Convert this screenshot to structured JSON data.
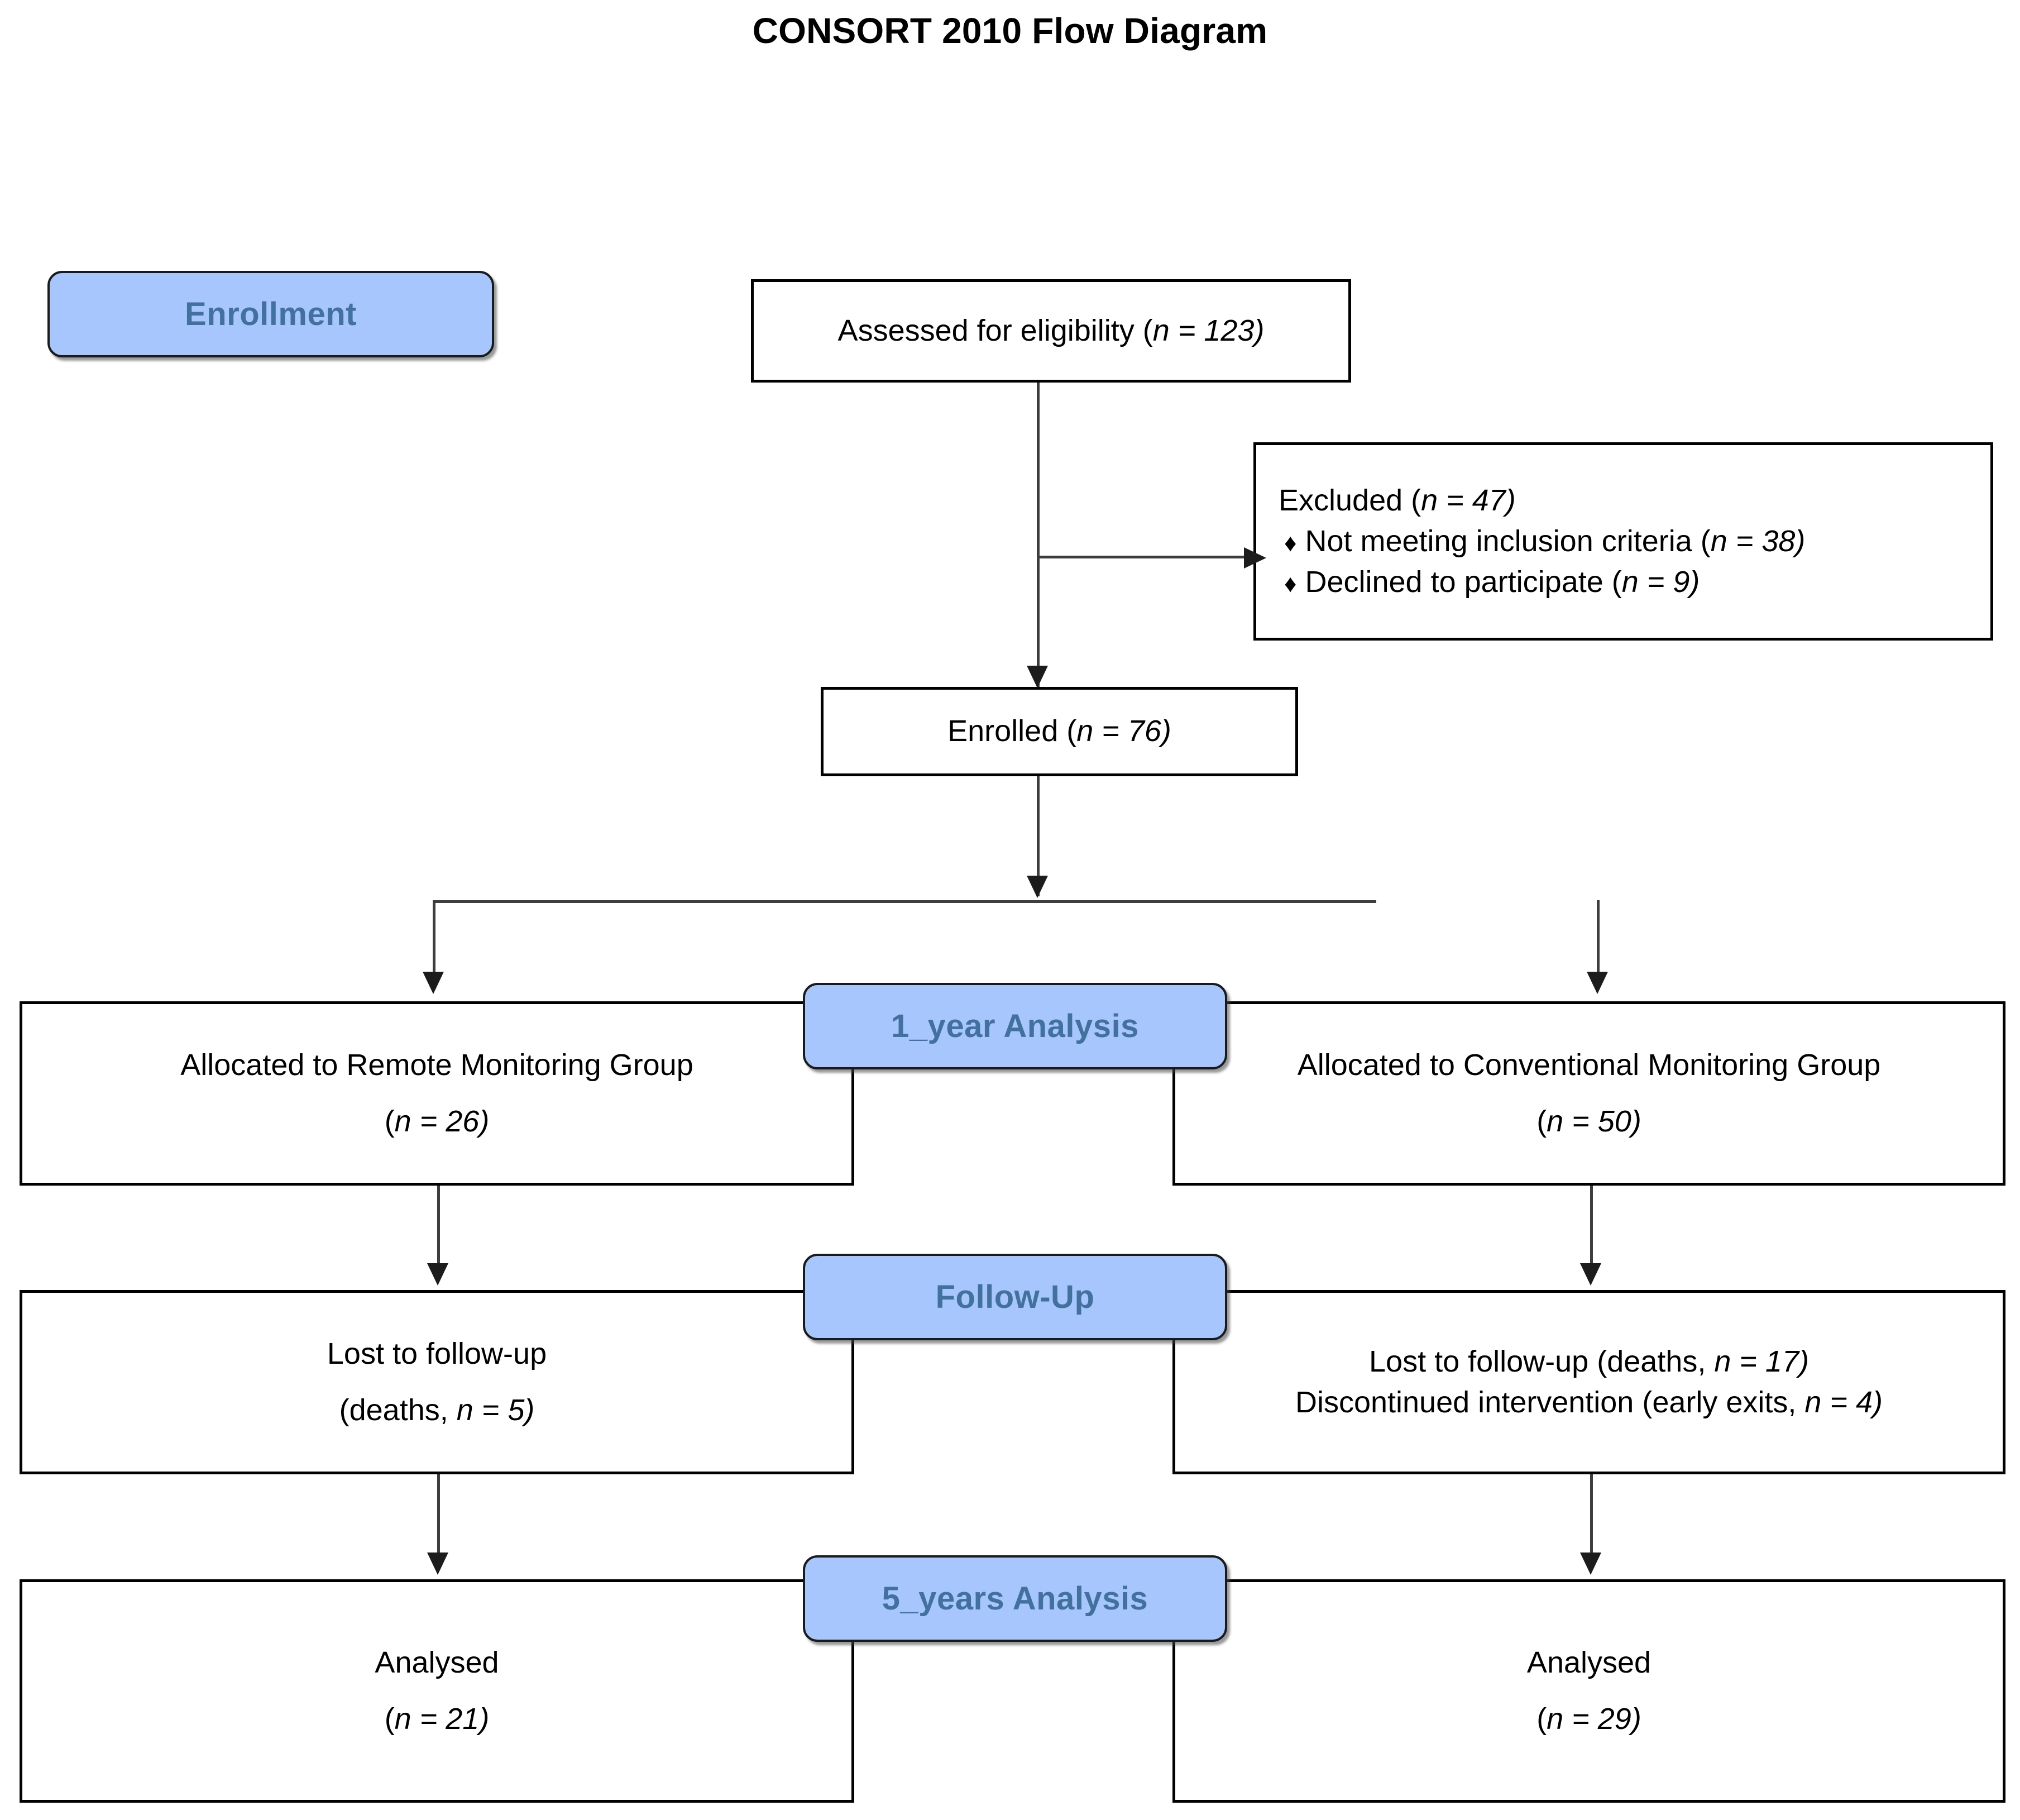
{
  "title": "CONSORT 2010 Flow Diagram",
  "accent": {
    "badge_fill": "#a6c6fd",
    "badge_text": "#41719c",
    "badge_border": "#1a1a1a",
    "box_border": "#000000",
    "connector": "#3d3d3d",
    "page_background": "#ffffff"
  },
  "stages": {
    "enrollment": "Enrollment",
    "one_year": "1_year Analysis",
    "follow_up": "Follow-Up",
    "five_years": "5_years Analysis"
  },
  "nodes": {
    "assessed": {
      "text": "Assessed for eligibility (",
      "n_symbol": "n",
      "n_value": " = 123)"
    },
    "excluded": {
      "heading_pre": "Excluded (",
      "heading_n": "n",
      "heading_post": " = 47)",
      "bullet_glyph": "♦",
      "items": [
        {
          "text": "Not meeting inclusion criteria (",
          "n": "n",
          "post": " = 38)"
        },
        {
          "text": "Declined to participate (",
          "n": "n",
          "post": " = 9)"
        }
      ]
    },
    "enrolled": {
      "text": "Enrolled (",
      "n_symbol": "n",
      "n_value": " = 76)"
    },
    "alloc_left": {
      "line1": "Allocated to Remote Monitoring Group",
      "line2_pre": "(",
      "line2_n": "n",
      "line2_post": " = 26)"
    },
    "alloc_right": {
      "line1": "Allocated to Conventional Monitoring Group",
      "line2_pre": "(",
      "line2_n": "n",
      "line2_post": " = 50)"
    },
    "follow_left": {
      "line1": "Lost to follow-up",
      "line2_pre": "(deaths, ",
      "line2_n": "n",
      "line2_post": " = 5)"
    },
    "follow_right": {
      "line1_pre": "Lost to follow-up (deaths, ",
      "line1_n": "n",
      "line1_post": " = 17)",
      "line2_pre": "Discontinued intervention (early exits, ",
      "line2_n": "n",
      "line2_post": " = 4)"
    },
    "analysed_left": {
      "line1": "Analysed",
      "line2_pre": "(",
      "line2_n": "n",
      "line2_post": " = 21)"
    },
    "analysed_right": {
      "line1": "Analysed",
      "line2_pre": "(",
      "line2_n": "n",
      "line2_post": " = 29)"
    }
  }
}
